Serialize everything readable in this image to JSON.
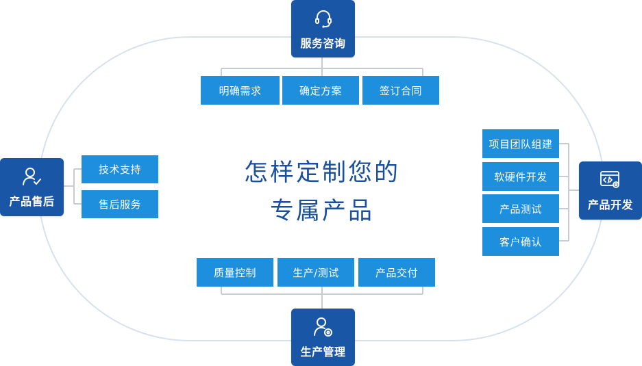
{
  "center": {
    "line1": "怎样定制您的",
    "line2": "专属产品"
  },
  "hubs": {
    "top": {
      "label": "服务咨询",
      "icon": "headset-icon"
    },
    "left": {
      "label": "产品售后",
      "icon": "user-check-icon"
    },
    "right": {
      "label": "产品开发",
      "icon": "code-gear-icon"
    },
    "bottom": {
      "label": "生产管理",
      "icon": "user-gear-icon"
    }
  },
  "steps": {
    "top": [
      "明确需求",
      "确定方案",
      "签订合同"
    ],
    "left": [
      "技术支持",
      "售后服务"
    ],
    "right": [
      "项目团队组建",
      "软硬件开发",
      "产品测试",
      "客户确认"
    ],
    "bottom": [
      "质量控制",
      "生产/测试",
      "产品交付"
    ]
  },
  "colors": {
    "hub": "#1a56a6",
    "step": "#1e8fdd",
    "connector": "#c8ccd2",
    "track": "#d7e1ee",
    "title": "#1a4f9c"
  }
}
